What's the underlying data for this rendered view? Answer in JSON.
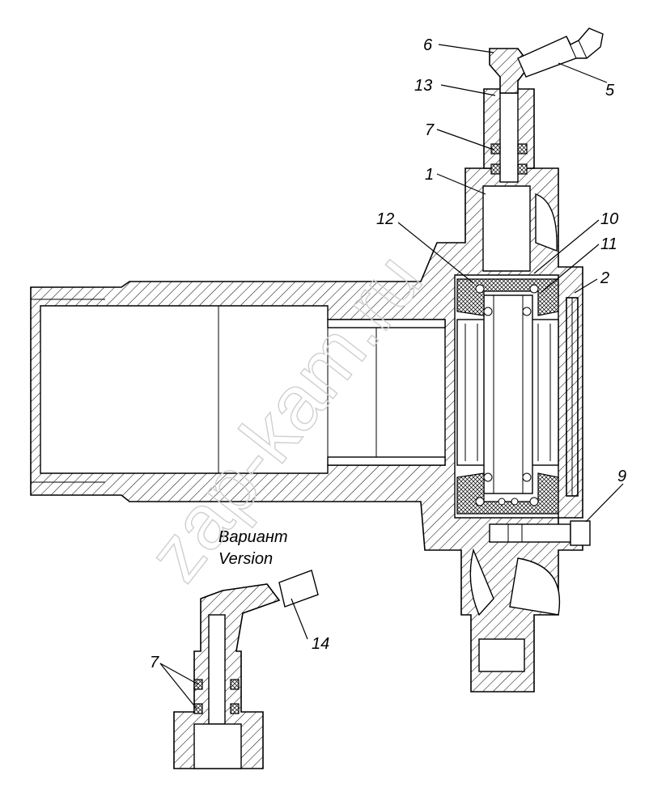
{
  "labels": {
    "l1": "1",
    "l2": "2",
    "l5": "5",
    "l6": "6",
    "l7a": "7",
    "l7b": "7",
    "l9": "9",
    "l10": "10",
    "l11": "11",
    "l12": "12",
    "l13": "13",
    "l14": "14"
  },
  "variant": {
    "ru": "Вариант",
    "en": "Version"
  },
  "watermark": "zap-kam.ru"
}
